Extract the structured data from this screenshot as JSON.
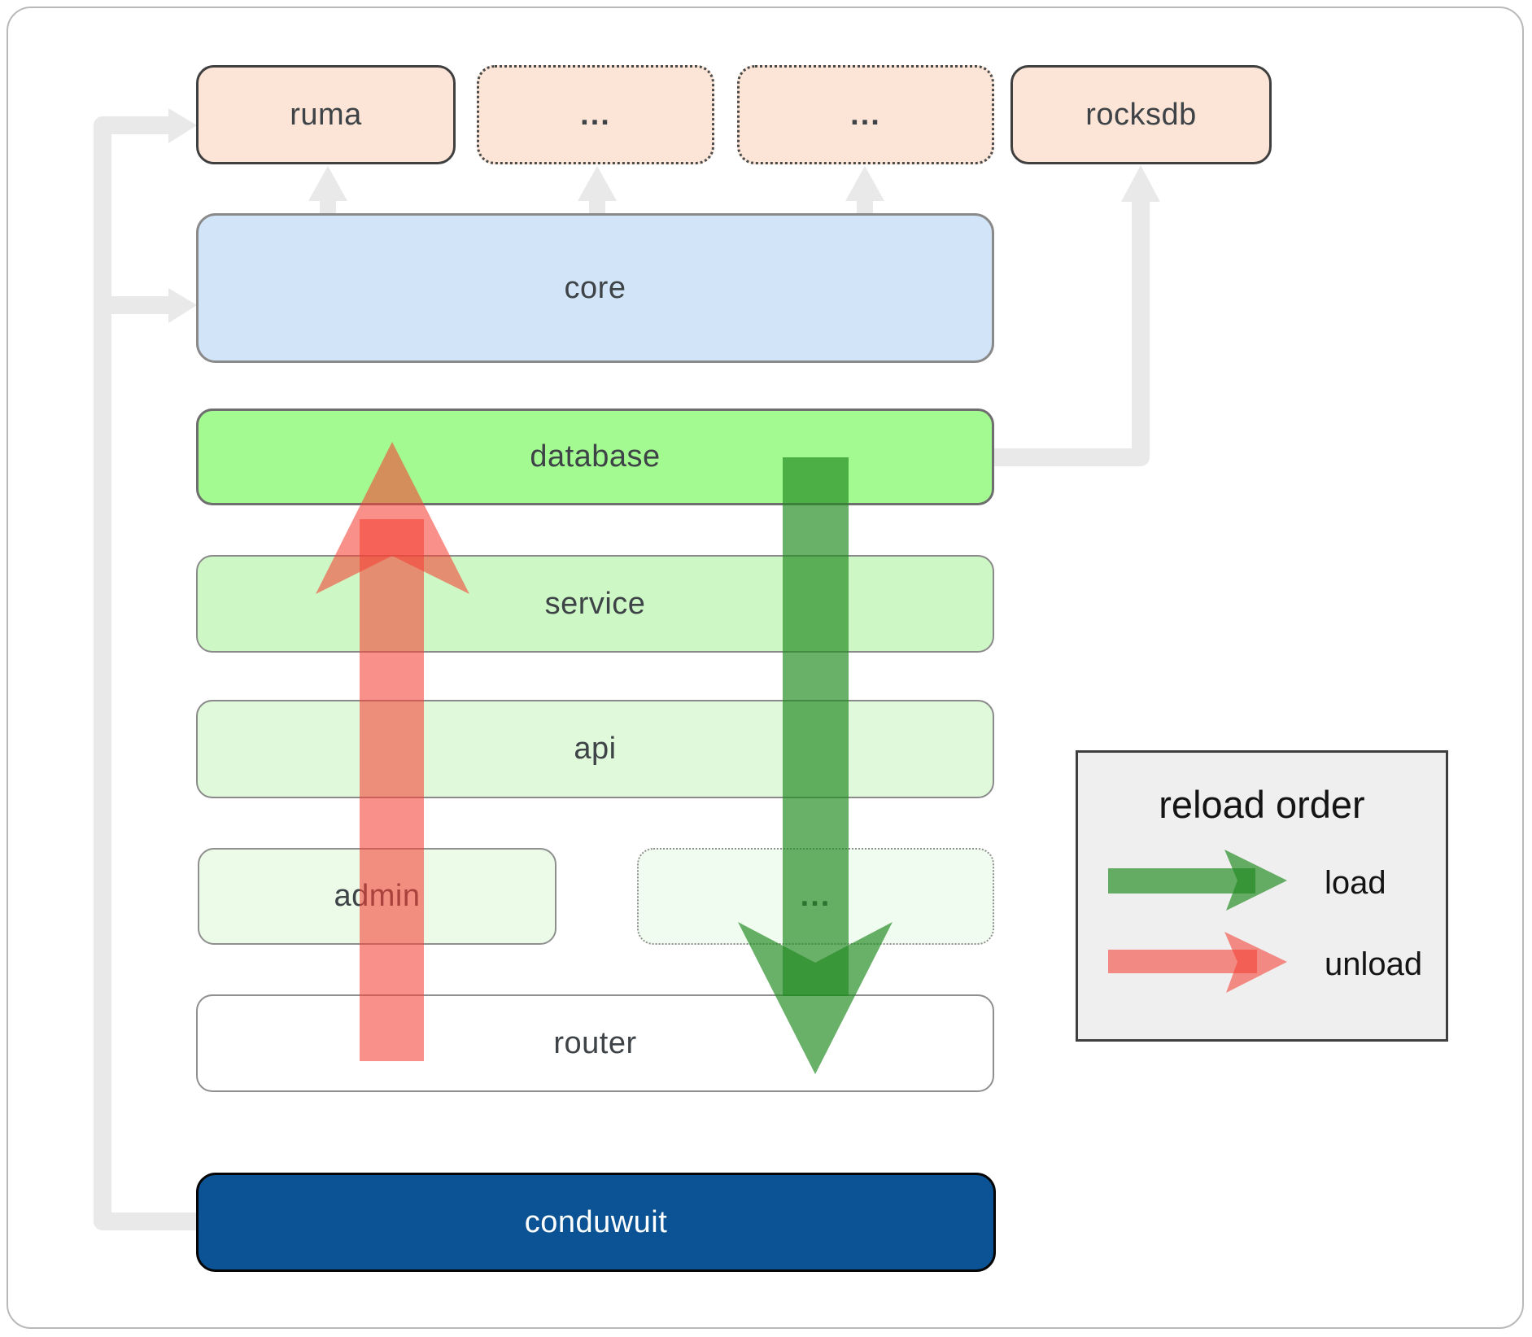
{
  "diagram": {
    "top_row": {
      "ruma": "ruma",
      "dots_left": "...",
      "dots_right": "...",
      "rocksdb": "rocksdb"
    },
    "layers": {
      "core": "core",
      "database": "database",
      "service": "service",
      "api": "api",
      "admin": "admin",
      "admin_dots": "...",
      "router": "router",
      "conduwuit": "conduwuit"
    }
  },
  "legend": {
    "title": "reload order",
    "load_label": "load",
    "unload_label": "unload"
  },
  "colors": {
    "load_green": "#228b22",
    "unload_red": "#f44336",
    "conduwuit_blue": "#0b5394",
    "connector_gray": "#e9e9e9",
    "database_green": "#a3fa91",
    "core_blue": "#d2e4f8",
    "module_peach": "#fce5d6",
    "legend_background": "#efefef"
  }
}
